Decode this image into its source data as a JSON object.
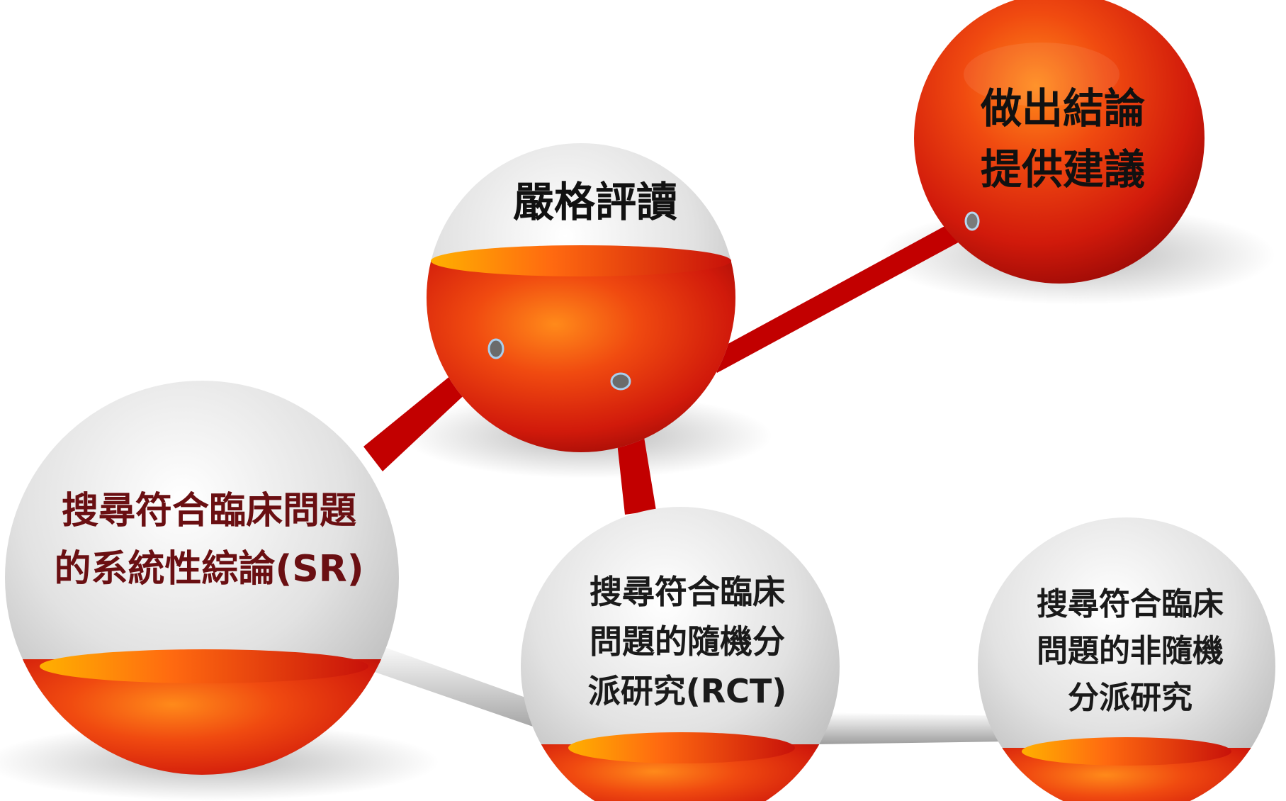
{
  "nodes": {
    "systematic_review": {
      "line1": "搜尋符合臨床問題",
      "line2": "的系統性綜論(SR)"
    },
    "critical_appraisal": {
      "line1": "嚴格評讀"
    },
    "conclusion": {
      "line1": "做出結論",
      "line2": "提供建議"
    },
    "rct_search": {
      "line1": "搜尋符合臨床",
      "line2": "問題的隨機分",
      "line3": "派研究(RCT)"
    },
    "non_rct_search": {
      "line1": "搜尋符合臨床",
      "line2": "問題的非隨機",
      "line3": "分派研究"
    }
  },
  "colors": {
    "sphere_red": "#d11a0b",
    "sphere_orange": "#ff8a0a",
    "sphere_gray": "#d8d8d8",
    "connector_red": "#c20000",
    "connector_gray": "#c8c8c8",
    "label_dark_red": "#6a0f12"
  }
}
